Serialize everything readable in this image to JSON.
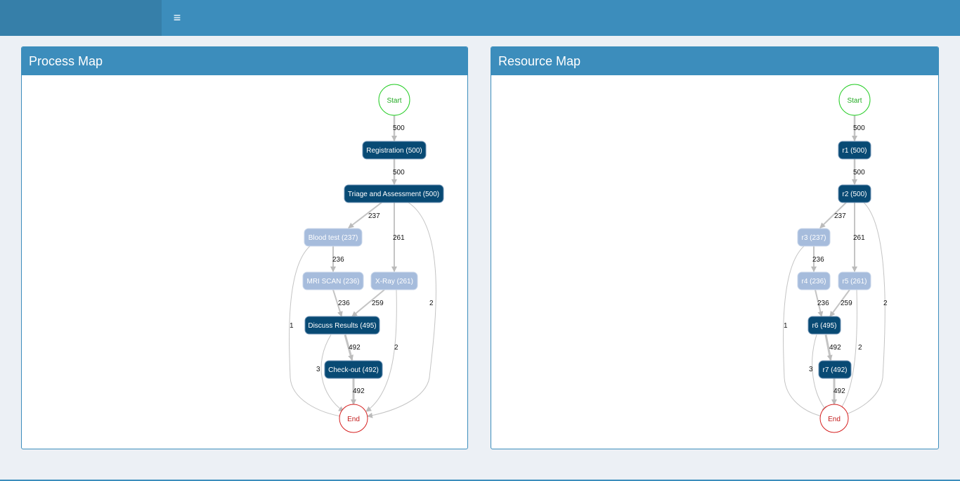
{
  "header": {
    "menu_icon": "hamburger-icon",
    "menu_glyph": "≡"
  },
  "process_map": {
    "title": "Process Map",
    "nodes": {
      "start": "Start",
      "registration": "Registration (500)",
      "triage": "Triage and Assessment (500)",
      "blood_test": "Blood test (237)",
      "mri": "MRI SCAN (236)",
      "xray": "X-Ray (261)",
      "discuss": "Discuss Results (495)",
      "checkout": "Check-out (492)",
      "end": "End"
    },
    "edges": {
      "start_reg": "500",
      "reg_triage": "500",
      "triage_blood": "237",
      "triage_xray": "261",
      "triage_end": "2",
      "blood_mri": "236",
      "blood_end": "1",
      "mri_discuss": "236",
      "xray_discuss": "259",
      "xray_end": "2",
      "discuss_checkout": "492",
      "discuss_end": "3",
      "checkout_end": "492"
    }
  },
  "resource_map": {
    "title": "Resource Map",
    "nodes": {
      "start": "Start",
      "r1": "r1 (500)",
      "r2": "r2 (500)",
      "r3": "r3 (237)",
      "r4": "r4 (236)",
      "r5": "r5 (261)",
      "r6": "r6 (495)",
      "r7": "r7 (492)",
      "end": "End"
    },
    "edges": {
      "start_r1": "500",
      "r1_r2": "500",
      "r2_r3": "237",
      "r2_r5": "261",
      "r2_end": "2",
      "r3_r4": "236",
      "r3_end": "1",
      "r4_r6": "236",
      "r5_r6": "259",
      "r5_end": "2",
      "r6_r7": "492",
      "r6_end": "3",
      "r7_end": "492"
    }
  },
  "colors": {
    "header": "#3c8dbc",
    "dark_node": "#084a74",
    "light_node": "#a6bcdc",
    "start": "#22cc22",
    "end": "#d61f1f"
  }
}
